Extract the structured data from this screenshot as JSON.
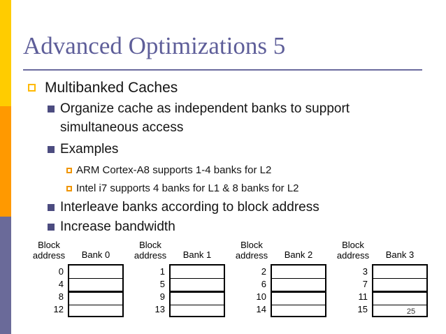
{
  "slide": {
    "title": "Advanced Optimizations 5",
    "page_number": "25",
    "colors": {
      "title": "#5E5E99",
      "rule": "#6A6A9E",
      "sidebar_gold": "#FFCC00",
      "sidebar_orange": "#FF9900",
      "sidebar_purple": "#6A6A99",
      "bullet_l1_outline": "#FFB900",
      "bullet_l2_fill": "#4C4C80",
      "bullet_l3_outline": "#F09500"
    },
    "bullets": [
      {
        "level": 1,
        "text": "Multibanked Caches"
      },
      {
        "level": 2,
        "text": "Organize cache as independent banks to support simultaneous access"
      },
      {
        "level": 2,
        "text": "Examples"
      },
      {
        "level": 3,
        "text": "ARM Cortex-A8 supports 1-4 banks for L2"
      },
      {
        "level": 3,
        "text": "Intel i7 supports 4 banks for L1 & 8 banks for L2"
      },
      {
        "level": 2,
        "text": "Interleave banks according to block address"
      },
      {
        "level": 2,
        "text": "Increase bandwidth"
      }
    ],
    "diagram": {
      "address_label_line1": "Block",
      "address_label_line2": "address",
      "banks": [
        {
          "label": "Bank 0",
          "addresses": [
            "0",
            "4",
            "8",
            "12"
          ]
        },
        {
          "label": "Bank 1",
          "addresses": [
            "1",
            "5",
            "9",
            "13"
          ]
        },
        {
          "label": "Bank 2",
          "addresses": [
            "2",
            "6",
            "10",
            "14"
          ]
        },
        {
          "label": "Bank 3",
          "addresses": [
            "3",
            "7",
            "11",
            "15"
          ]
        }
      ]
    }
  }
}
